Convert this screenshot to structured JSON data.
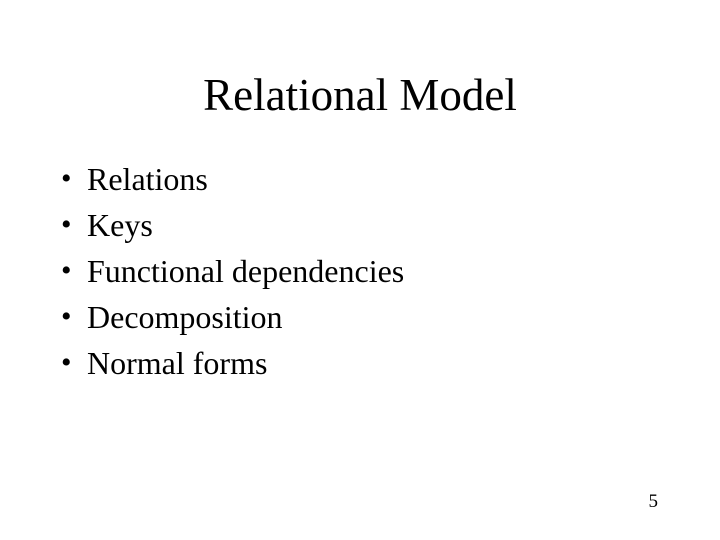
{
  "slide": {
    "title": "Relational Model",
    "bullet_char": "•",
    "bullets": [
      "Relations",
      "Keys",
      "Functional dependencies",
      "Decomposition",
      "Normal forms"
    ],
    "page_number": "5",
    "colors": {
      "background": "#ffffff",
      "text": "#000000"
    }
  }
}
